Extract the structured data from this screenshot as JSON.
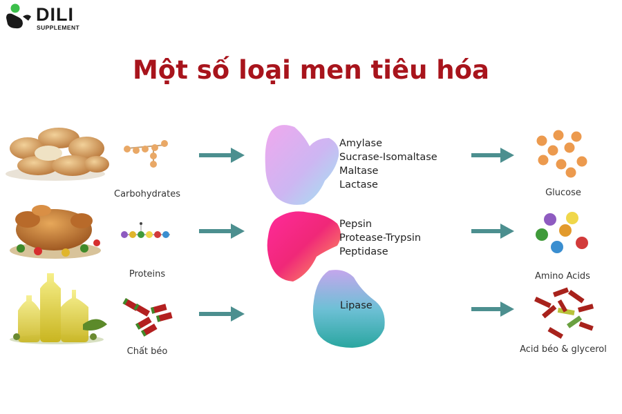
{
  "brand": {
    "name": "DILI",
    "tagline": "SUPPLEMENT"
  },
  "title": "Một số loại men tiêu hóa",
  "rows": [
    {
      "substrate": "Carbohydrates",
      "enzymes": [
        "Amylase",
        "Sucrase-Isomaltase",
        "Maltase",
        "Lactase"
      ],
      "product": "Glucose"
    },
    {
      "substrate": "Proteins",
      "enzymes": [
        "Pepsin",
        "Protease-Trypsin",
        "Peptidase"
      ],
      "product": "Amino Acids"
    },
    {
      "substrate": "Chất béo",
      "enzymes": [
        "Lipase"
      ],
      "product": "Acid béo & glycerol"
    }
  ],
  "colors": {
    "title": "#a8141c",
    "arrow": "#4c8f8f",
    "logo_green": "#3cbf4b"
  }
}
